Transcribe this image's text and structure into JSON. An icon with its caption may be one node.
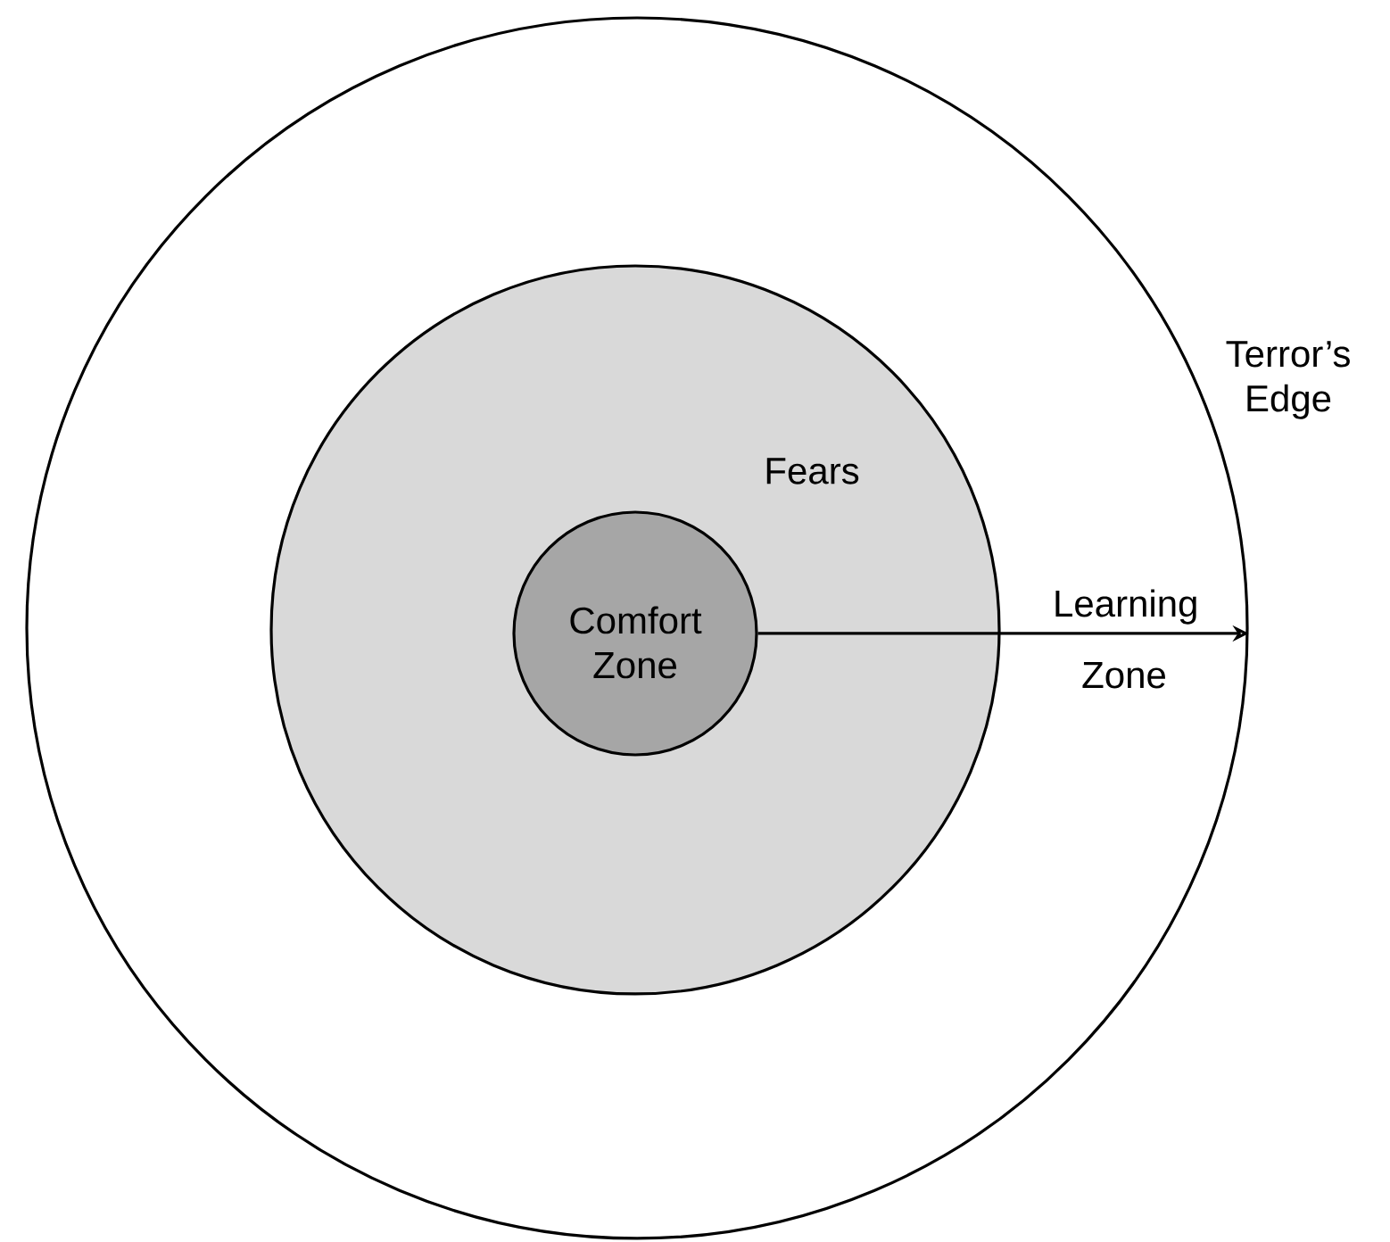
{
  "diagram": {
    "nodes": [
      {
        "text": [
          "Terror’s Edge"
        ]
      },
      {
        "text": [
          "Fears"
        ],
        "in": 0
      },
      {
        "text": [
          "Comfort Zone"
        ],
        "in": 1
      }
    ],
    "edges": [
      {
        "from": 2,
        "to": 0,
        "arrow": "to",
        "label": "Learning Zone"
      }
    ]
  }
}
